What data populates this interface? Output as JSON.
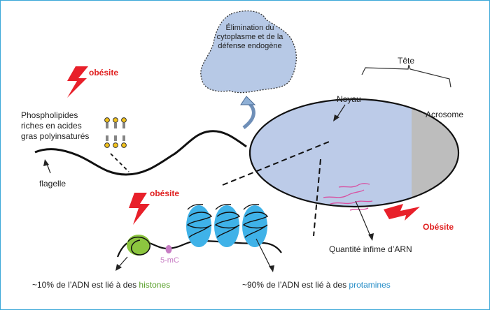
{
  "labels": {
    "elimination": [
      "Élimination du",
      "cytoplasme et de la",
      "défense endogène"
    ],
    "tete": "Tête",
    "noyau": "Noyau",
    "acrosome": "Acrosome",
    "obesite_top": "obésite",
    "obesite_mid": "obésite",
    "obesite_right": "Obésite",
    "phospholipides": [
      "Phospholipides",
      "riches en acides",
      "gras polyinsaturés"
    ],
    "flagelle": "flagelle",
    "cinq_mc": "5-mC",
    "arn": "Quantité infime d’ARN",
    "histones_prefix": "~10% de l’ADN est lié à des ",
    "histones_word": "histones",
    "protamines_prefix": "~90% de l’ADN est lié à des ",
    "protamines_word": "protamines"
  },
  "colors": {
    "head_blue": "#bccbe8",
    "acrosome_gray": "#bdbdbd",
    "cloud_blue": "#b7c9e6",
    "bolt_red": "#e8202a",
    "histone_green": "#8cc63f",
    "protamine_blue": "#3fb2e8",
    "methyl_pink": "#c77dc4",
    "rna_pink": "#d84fa0",
    "lipid_yellow": "#f2c21b"
  }
}
